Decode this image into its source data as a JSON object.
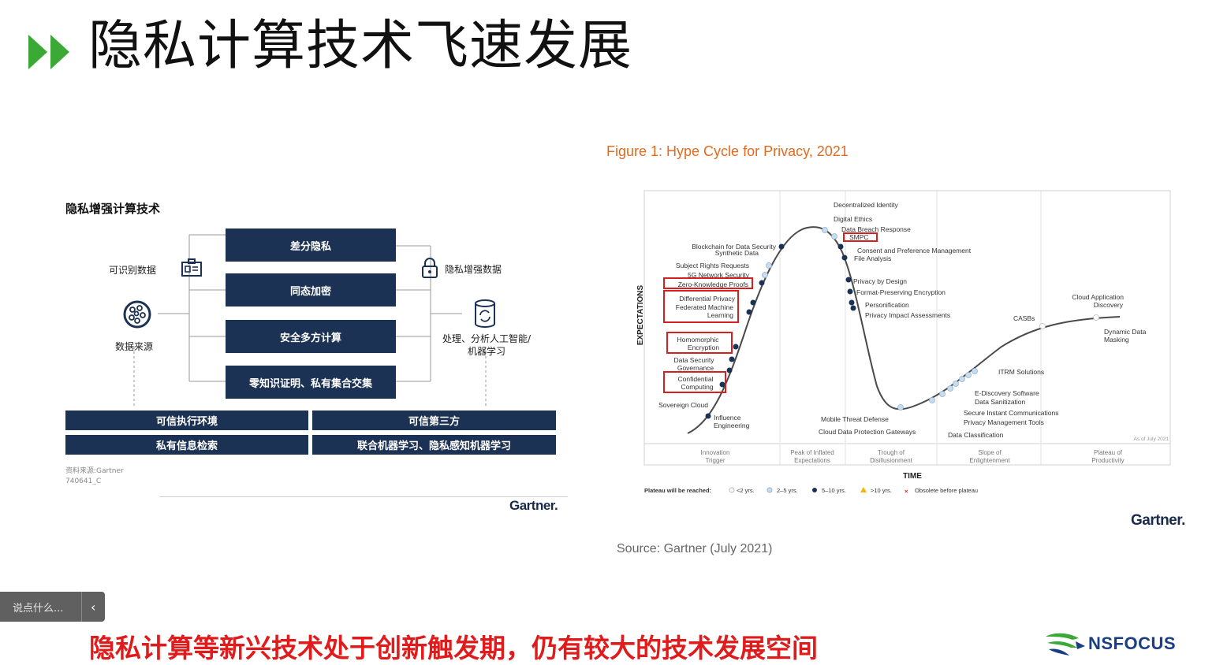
{
  "slide": {
    "title": "隐私计算技术飞速发展",
    "caption": "隐私计算等新兴技术处于创新触发期，仍有较大的技术发展空间",
    "brand": "NSFOCUS"
  },
  "left_diagram": {
    "heading": "隐私增强计算技术",
    "inputs": {
      "identifiable_data": "可识别数据",
      "data_source": "数据来源"
    },
    "outputs": {
      "privacy_enhanced_data": "隐私增强数据",
      "processing": "处理、分析人工智能/\n机器学习"
    },
    "techniques": [
      "差分隐私",
      "同态加密",
      "安全多方计算",
      "零知识证明、私有集合交集"
    ],
    "bars": [
      {
        "left": "可信执行环境",
        "right": "可信第三方"
      },
      {
        "left": "私有信息检索",
        "right": "联合机器学习、隐私感知机器学习"
      }
    ],
    "source": "资料来源:Gartner",
    "code": "740641_C",
    "logo": "Gartner."
  },
  "hype_cycle": {
    "figure_title": "Figure 1: Hype Cycle for Privacy, 2021",
    "y_axis_label": "EXPECTATIONS",
    "x_axis_label": "TIME",
    "as_of": "As of July 2021",
    "phases": [
      {
        "line1": "Innovation",
        "line2": "Trigger"
      },
      {
        "line1": "Peak of Inflated",
        "line2": "Expectations"
      },
      {
        "line1": "Trough of",
        "line2": "Disillusionment"
      },
      {
        "line1": "Slope of",
        "line2": "Enlightenment"
      },
      {
        "line1": "Plateau of",
        "line2": "Productivity"
      }
    ],
    "legend": {
      "title": "Plateau will be reached:",
      "lt2": "<2 yrs.",
      "y2to5": "2–5 yrs.",
      "y5to10": "5–10 yrs.",
      "gt10": ">10 yrs.",
      "obsolete": "Obsolete before plateau"
    },
    "technologies": {
      "decentralized_identity": "Decentralized Identity",
      "digital_ethics": "Digital Ethics",
      "data_breach_response": "Data Breach Response",
      "smpc": "SMPC",
      "consent_management": "Consent and Preference Management",
      "file_analysis": "File Analysis",
      "privacy_by_design": "Privacy by Design",
      "format_preserving_encryption": "Format-Preserving Encryption",
      "personification": "Personification",
      "privacy_impact_assessments": "Privacy Impact Assessments",
      "blockchain_security": "Blockchain for Data Security",
      "synthetic_data": "Synthetic Data",
      "subject_rights_requests": "Subject Rights Requests",
      "network_security_5g": "5G Network Security",
      "zero_knowledge_proofs": "Zero-Knowledge Proofs",
      "differential_privacy": "Differential Privacy",
      "federated_ml_1": "Federated Machine",
      "federated_ml_2": "Learning",
      "homomorphic_1": "Homomorphic",
      "homomorphic_2": "Encryption",
      "dsg_1": "Data Security",
      "dsg_2": "Governance",
      "confidential_1": "Confidential",
      "confidential_2": "Computing",
      "sovereign_cloud": "Sovereign Cloud",
      "influence_1": "Influence",
      "influence_2": "Engineering",
      "mobile_threat_defense": "Mobile Threat Defense",
      "cloud_data_protection": "Cloud Data Protection Gateways",
      "itrm": "ITRM Solutions",
      "ediscovery": "E-Discovery Software",
      "data_sanitization": "Data Sanitization",
      "secure_instant_comm": "Secure Instant Communications",
      "privacy_management_tools": "Privacy Management Tools",
      "data_classification": "Data Classification",
      "casbs": "CASBs",
      "cad_1": "Cloud Application",
      "cad_2": "Discovery",
      "ddm_1": "Dynamic Data",
      "ddm_2": "Masking"
    },
    "source": "Source: Gartner (July 2021)",
    "logo": "Gartner."
  },
  "comment_box": {
    "placeholder": "说点什么...",
    "collapse_icon": "‹"
  },
  "colors": {
    "accent_green": "#3aa935",
    "navy": "#1c3254",
    "orange": "#e36a1e",
    "red": "#e01b1b",
    "highlight_box": "#d62020"
  }
}
